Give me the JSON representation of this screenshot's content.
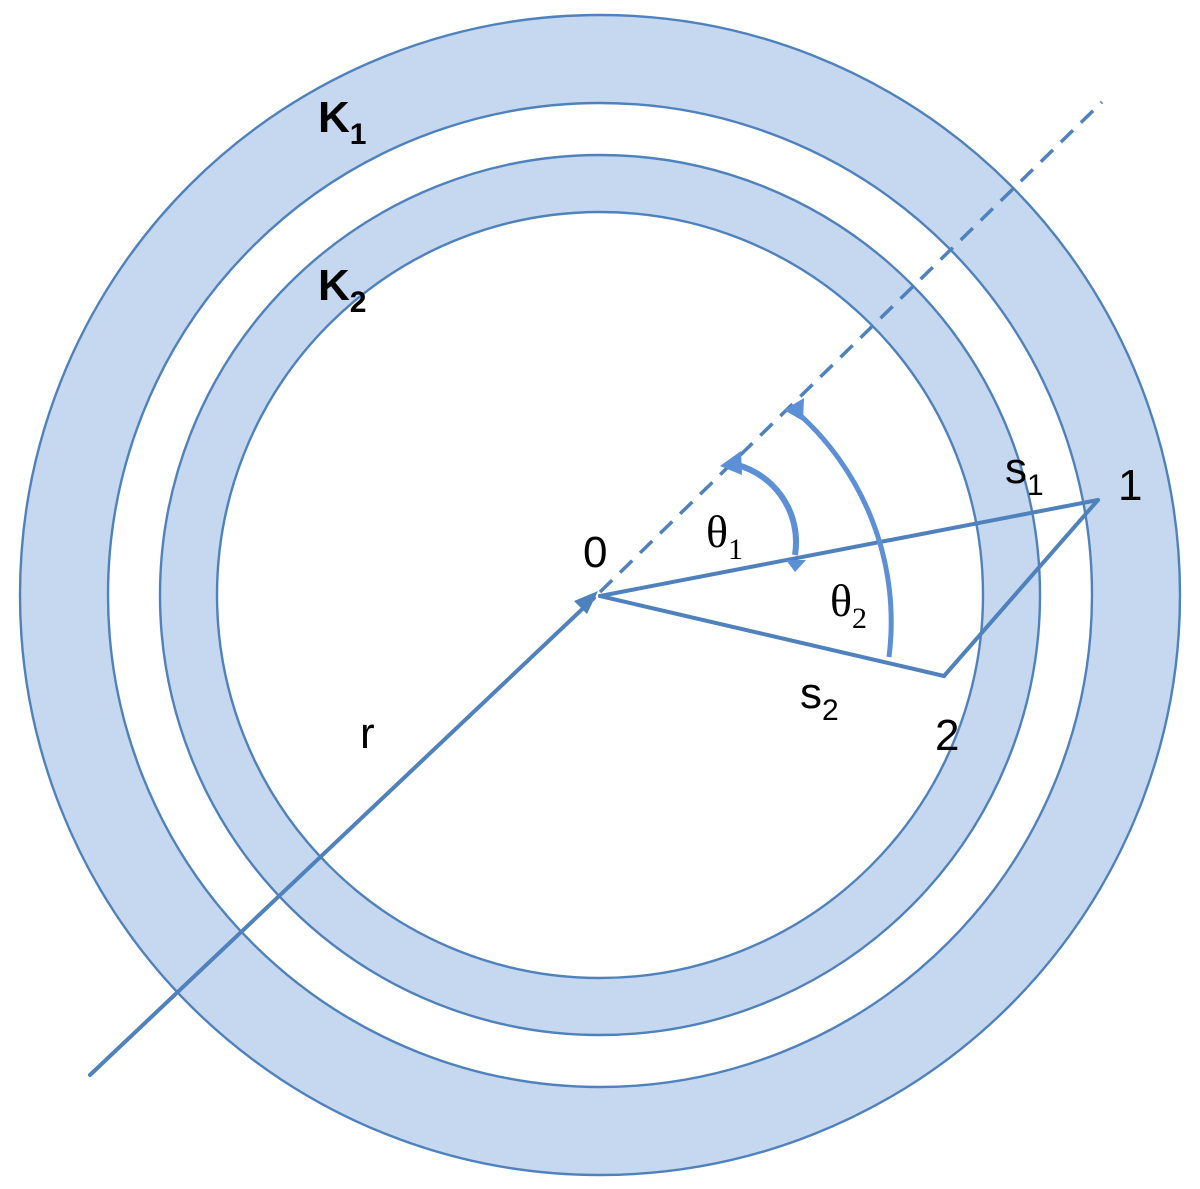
{
  "diagram": {
    "shell_outer_label": {
      "main": "K",
      "sub": "1"
    },
    "shell_inner_label": {
      "main": "K",
      "sub": "2"
    },
    "origin_label": "0",
    "point1_label": "1",
    "point2_label": "2",
    "radius_label": "r",
    "s1_label": {
      "main": "s",
      "sub": "1"
    },
    "s2_label": {
      "main": "s",
      "sub": "2"
    },
    "theta1_label": {
      "main": "θ",
      "sub": "1"
    },
    "theta2_label": {
      "main": "θ",
      "sub": "2"
    },
    "colors": {
      "line": "#4f81bd",
      "shell_fill": "#c5d8ef",
      "angle_arc": "#5b8fd6",
      "background": "#ffffff"
    }
  }
}
